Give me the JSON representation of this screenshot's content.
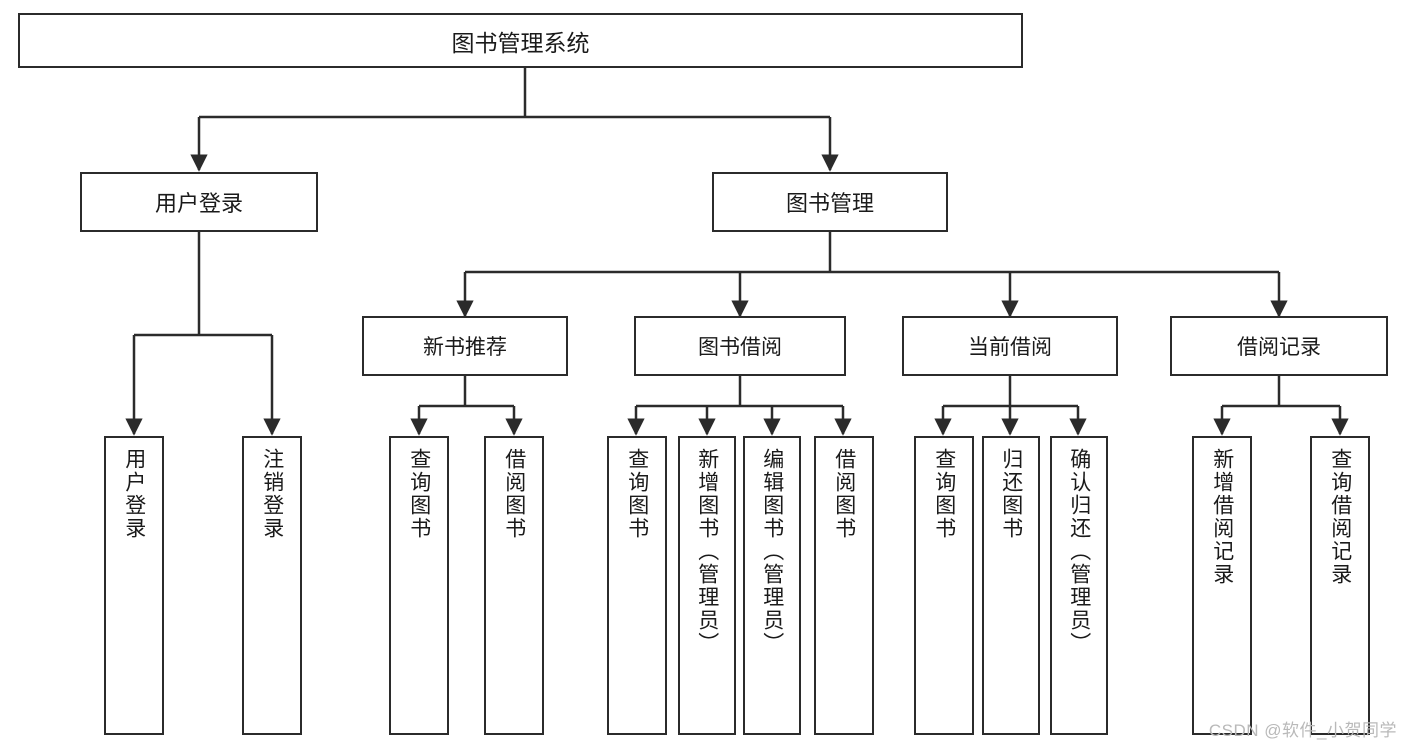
{
  "diagram": {
    "type": "tree-hierarchy",
    "title": "图书管理系统",
    "watermark": "CSDN @软件_小贺同学",
    "colors": {
      "stroke": "#2b2b2b",
      "fill": "#ffffff",
      "text": "#1a1a1a",
      "watermark": "#b9b9b9"
    },
    "nodes": {
      "root": {
        "label": "图书管理系统"
      },
      "tier1": [
        {
          "label": "用户登录"
        },
        {
          "label": "图书管理"
        }
      ],
      "tier2": [
        {
          "label": "新书推荐"
        },
        {
          "label": "图书借阅"
        },
        {
          "label": "当前借阅"
        },
        {
          "label": "借阅记录"
        }
      ],
      "leaves": {
        "user_login": [
          {
            "label": "用户登录"
          },
          {
            "label": "注销登录"
          }
        ],
        "new_book_recommend": [
          {
            "label": "查询图书"
          },
          {
            "label": "借阅图书"
          }
        ],
        "book_borrow": [
          {
            "label": "查询图书"
          },
          {
            "label": "新增图书（管理员）"
          },
          {
            "label": "编辑图书（管理员）"
          },
          {
            "label": "借阅图书"
          }
        ],
        "current_borrow": [
          {
            "label": "查询图书"
          },
          {
            "label": "归还图书"
          },
          {
            "label": "确认归还（管理员）"
          }
        ],
        "borrow_record": [
          {
            "label": "新增借阅记录"
          },
          {
            "label": "查询借阅记录"
          }
        ]
      }
    }
  }
}
